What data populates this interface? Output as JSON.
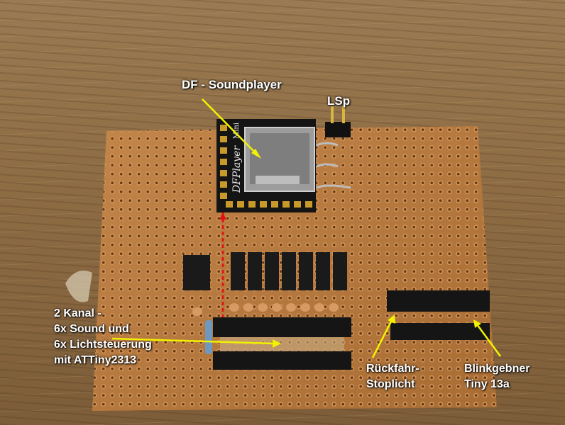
{
  "labels": {
    "df_soundplayer": "DF - Soundplayer",
    "lsp": "LSp",
    "main_controller": [
      "2 Kanal -",
      "6x Sound und",
      "6x Lichtsteuerung",
      "mit ATTiny2313"
    ],
    "reverse_stop": [
      "Rückfahr-",
      "Stoplicht"
    ],
    "blinker": [
      "Blinkgebner",
      "Tiny 13a"
    ]
  },
  "module_text": {
    "brand": "DFPlayer",
    "mini": "Mini"
  },
  "colors": {
    "board": "#b77a3a",
    "hole": "#5c3717",
    "module": "#141414",
    "pointer": "#f2f200",
    "wire": "#e01010",
    "label": "#ffffff"
  }
}
